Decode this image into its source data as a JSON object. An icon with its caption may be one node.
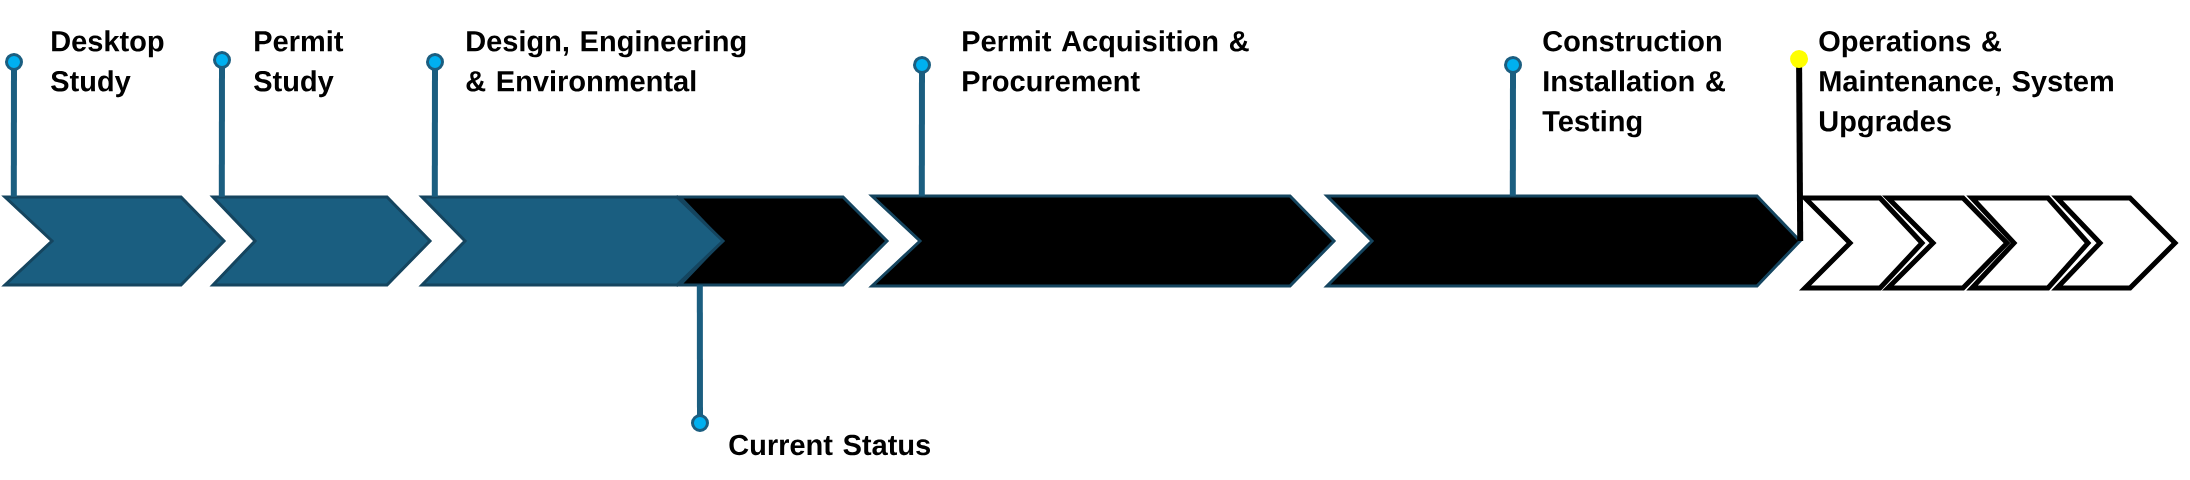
{
  "diagram": {
    "nodes": [
      {
        "text": [
          "Desktop Study"
        ]
      },
      {
        "text": [
          "Permit Study"
        ]
      },
      {
        "text": [
          "Design, Engineering & Environmental"
        ]
      },
      {
        "text": [
          "Permit Acquisition & Procurement"
        ]
      },
      {
        "text": [
          "Construction Installation & Testing"
        ]
      },
      {
        "text": [
          "Operations & Maintenance, System Upgrades"
        ]
      },
      {
        "text": [
          "Current Status"
        ]
      },
      {
        "text": [],
        "shape": "chevron"
      },
      {
        "text": [],
        "shape": "chevron"
      },
      {
        "text": [],
        "shape": "chevron"
      },
      {
        "text": [],
        "shape": "chevron"
      },
      {
        "text": [],
        "shape": "chevron"
      },
      {
        "text": [],
        "shape": "chevron"
      },
      {
        "text": [],
        "shape": "chevron"
      },
      {
        "text": [],
        "shape": "chevron"
      },
      {
        "text": [],
        "shape": "chevron"
      },
      {
        "text": [],
        "shape": "chevron"
      }
    ],
    "edges": [
      {
        "from": 0,
        "to": 7,
        "arrow": "other"
      },
      {
        "from": 1,
        "to": 8,
        "arrow": "other"
      },
      {
        "from": 2,
        "to": 9,
        "arrow": "other"
      },
      {
        "from": 3,
        "to": 11,
        "arrow": "other"
      },
      {
        "from": 4,
        "to": 12,
        "arrow": "other"
      },
      {
        "from": 5,
        "to": 12,
        "arrow": "other",
        "color": "#000000"
      },
      {
        "from": 6,
        "to": 10,
        "arrow": "other"
      }
    ]
  }
}
